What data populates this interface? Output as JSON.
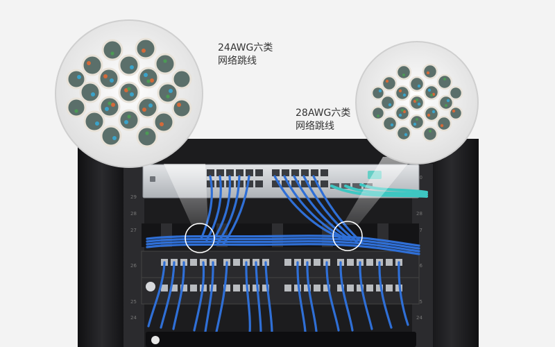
{
  "callouts": {
    "awg24": {
      "line1": "24AWG六类",
      "line2": "网络跳线"
    },
    "awg28": {
      "line1": "28AWG六类",
      "line2": "网络跳线"
    }
  },
  "colors": {
    "background": "#f3f3f3",
    "rack": "#1c1c1e",
    "patch_cable": "#2f6fd6",
    "fiber_cable": "#3ec7c2",
    "switch_body": "#c9ccd0",
    "text": "#333333"
  }
}
